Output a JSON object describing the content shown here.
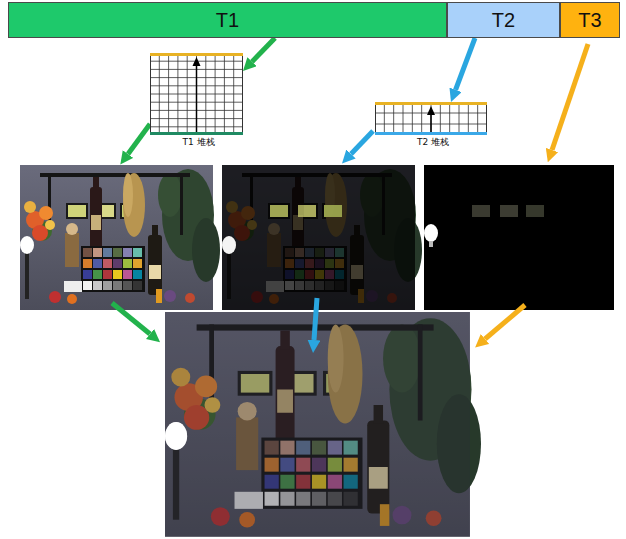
{
  "diagram": {
    "nodes": [
      {
        "text": [
          "T1"
        ]
      },
      {
        "text": [
          "T2"
        ]
      },
      {
        "text": [
          "T3"
        ]
      },
      {
        "text": [
          "T1 堆栈"
        ]
      },
      {
        "text": [
          "T2 堆栈"
        ]
      }
    ],
    "edges": [
      {
        "from": 0,
        "to": 3,
        "arrow": "to"
      },
      {
        "from": 1,
        "to": 4,
        "arrow": "to"
      }
    ]
  }
}
